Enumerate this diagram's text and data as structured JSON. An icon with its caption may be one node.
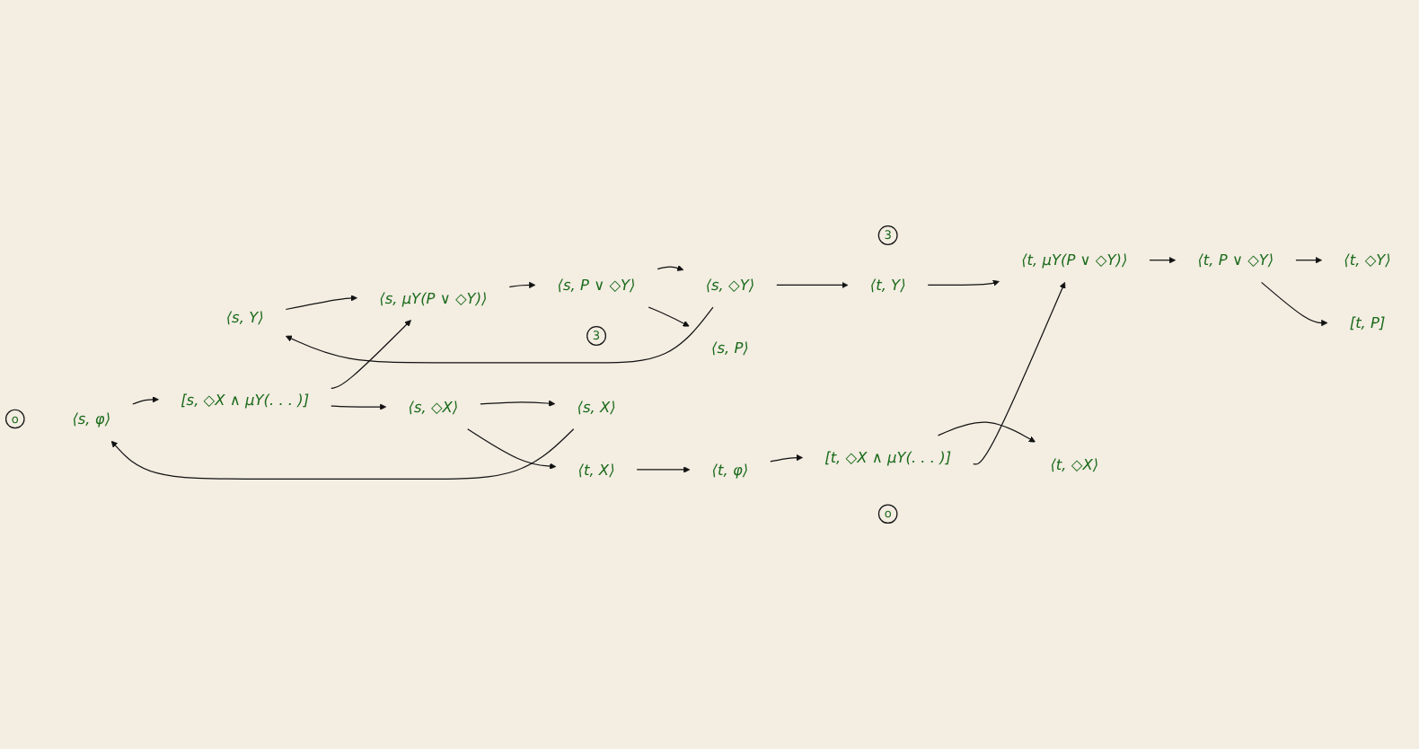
{
  "diagram": {
    "nodes": [
      {
        "text": [
          "⟨s, Y⟩"
        ]
      },
      {
        "text": [
          "o"
        ]
      },
      {
        "text": [
          "⟨s, φ⟩"
        ]
      },
      {
        "text": [
          "[s, ◇X ∧ μY(. . . )]"
        ]
      },
      {
        "text": [
          "⟨s, μY(P ∨ ◇Y)⟩"
        ]
      },
      {
        "text": [
          "⟨s, P ∨ ◇Y⟩"
        ]
      },
      {
        "text": [
          "⟨s, ◇Y⟩"
        ]
      },
      {
        "text": [
          "3"
        ]
      },
      {
        "text": [
          "⟨s, X⟩"
        ]
      },
      {
        "text": [
          "⟨s, ◇X⟩"
        ]
      },
      {
        "text": [
          "⟨s, P⟩"
        ]
      },
      {
        "text": [
          "⟨t, X⟩"
        ]
      },
      {
        "text": [
          "⟨t, ◇X⟩"
        ]
      },
      {
        "text": [
          "[t, P]"
        ]
      },
      {
        "text": [
          "3"
        ]
      },
      {
        "text": [
          "⟨t, φ⟩"
        ]
      },
      {
        "text": [
          "[t, ◇X ∧ μY(. . . )]"
        ]
      },
      {
        "text": [
          "⟨t, μY(P ∨ ◇Y)⟩"
        ]
      },
      {
        "text": [
          "⟨t, P ∨ ◇Y⟩"
        ]
      },
      {
        "text": [
          "⟨t, ◇Y⟩"
        ]
      },
      {
        "text": [
          "o"
        ]
      },
      {
        "text": [
          "⟨t, Y⟩"
        ]
      }
    ],
    "edges": [
      {
        "from": 2,
        "to": 3,
        "arrow": "to"
      },
      {
        "from": 3,
        "to": 4,
        "arrow": "to"
      },
      {
        "from": 4,
        "to": 5,
        "arrow": "to"
      },
      {
        "from": 5,
        "to": 6,
        "arrow": "to"
      },
      {
        "from": 6,
        "to": 0,
        "arrow": "to"
      },
      {
        "from": 0,
        "to": 4,
        "arrow": "to"
      },
      {
        "from": 3,
        "to": 9,
        "arrow": "to"
      },
      {
        "from": 9,
        "to": 8,
        "arrow": "to"
      },
      {
        "from": 8,
        "to": 2,
        "arrow": "to"
      },
      {
        "from": 5,
        "to": 10,
        "arrow": "to"
      },
      {
        "from": 9,
        "to": 11,
        "arrow": "to"
      },
      {
        "from": 11,
        "to": 15,
        "arrow": "to"
      },
      {
        "from": 15,
        "to": 16,
        "arrow": "to"
      },
      {
        "from": 16,
        "to": 12,
        "arrow": "to"
      },
      {
        "from": 16,
        "to": 17,
        "arrow": "to"
      },
      {
        "from": 17,
        "to": 18,
        "arrow": "to"
      },
      {
        "from": 18,
        "to": 19,
        "arrow": "to"
      },
      {
        "from": 18,
        "to": 13,
        "arrow": "to"
      },
      {
        "from": 6,
        "to": 21,
        "arrow": "to"
      },
      {
        "from": 21,
        "to": 17,
        "arrow": "to"
      }
    ]
  }
}
